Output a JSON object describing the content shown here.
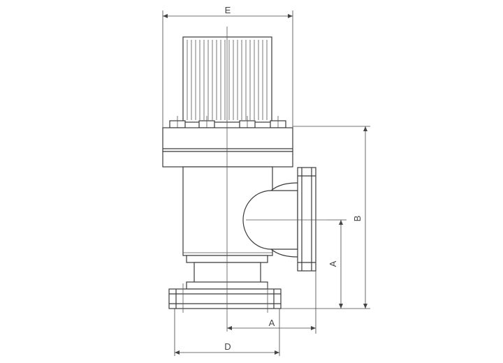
{
  "dimension_labels": {
    "top_width": "E",
    "height": "B",
    "side_height": "A",
    "offset": "A",
    "base_width": "D"
  }
}
